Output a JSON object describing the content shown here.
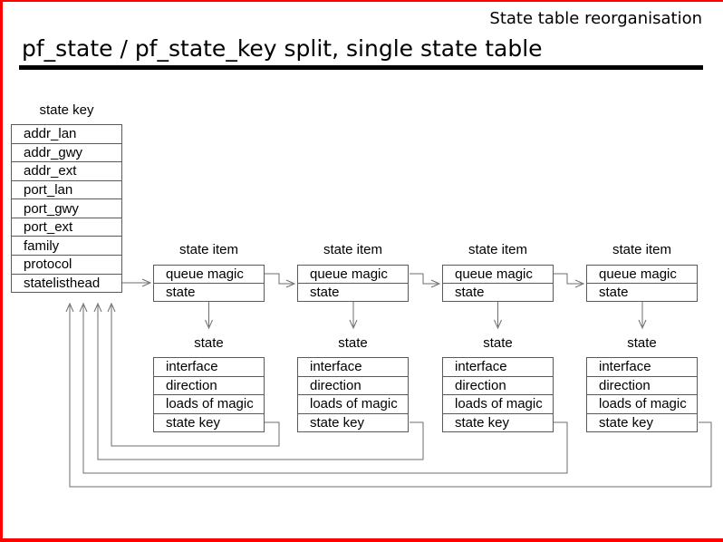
{
  "slide": {
    "corner_label": "State table reorganisation",
    "title": "pf_state / pf_state_key split, single state table"
  },
  "state_key": {
    "label": "state key",
    "rows": [
      "addr_lan",
      "addr_gwy",
      "addr_ext",
      "port_lan",
      "port_gwy",
      "port_ext",
      "family",
      "protocol",
      "statelisthead"
    ]
  },
  "state_item": {
    "label": "state item",
    "rows": [
      "queue magic",
      "state"
    ]
  },
  "state": {
    "label": "state",
    "rows": [
      "interface",
      "direction",
      "loads of magic",
      "state key"
    ]
  },
  "colors": {
    "frame_red": "#ff0000",
    "line_gray": "#6e6e6e",
    "box_border": "#5a5a5a",
    "text": "#000000"
  }
}
